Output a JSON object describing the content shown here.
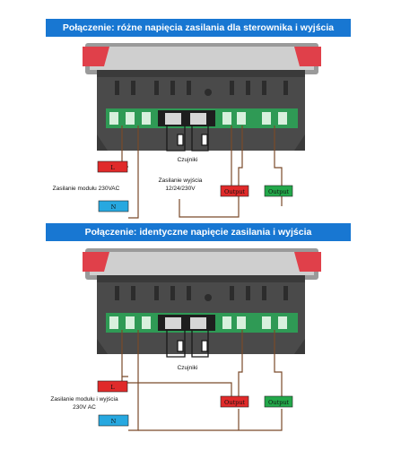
{
  "section1": {
    "title": "Połączenie: różne napięcia zasilania dla sterownika i wyjścia",
    "sensors_label": "Czujniki",
    "module_power_label": "Zasilanie modułu 230VAC",
    "output_power_label_line1": "Zasilanie wyjścia",
    "output_power_label_line2": "12/24/230V",
    "L_tag": "L",
    "N_tag": "N",
    "output_red": "Output",
    "output_green": "Output"
  },
  "section2": {
    "title": "Połączenie: identyczne napięcie zasilania i wyjścia",
    "sensors_label": "Czujniki",
    "module_power_label_line1": "Zasilanie modułu i wyjścia",
    "module_power_label_line2": "230V AC",
    "L_tag": "L",
    "N_tag": "N",
    "output_red": "Output",
    "output_green": "Output"
  },
  "colors": {
    "banner": "#1877d2",
    "L_box": "#e02a2a",
    "N_box": "#27a8e0",
    "output_red": "#e02a2a",
    "output_green": "#23a84a",
    "wire": "#7a4a2a",
    "device_body": "#4a4a4a",
    "terminal_green": "#2f9a55",
    "device_top_accent": "#e0404a"
  }
}
